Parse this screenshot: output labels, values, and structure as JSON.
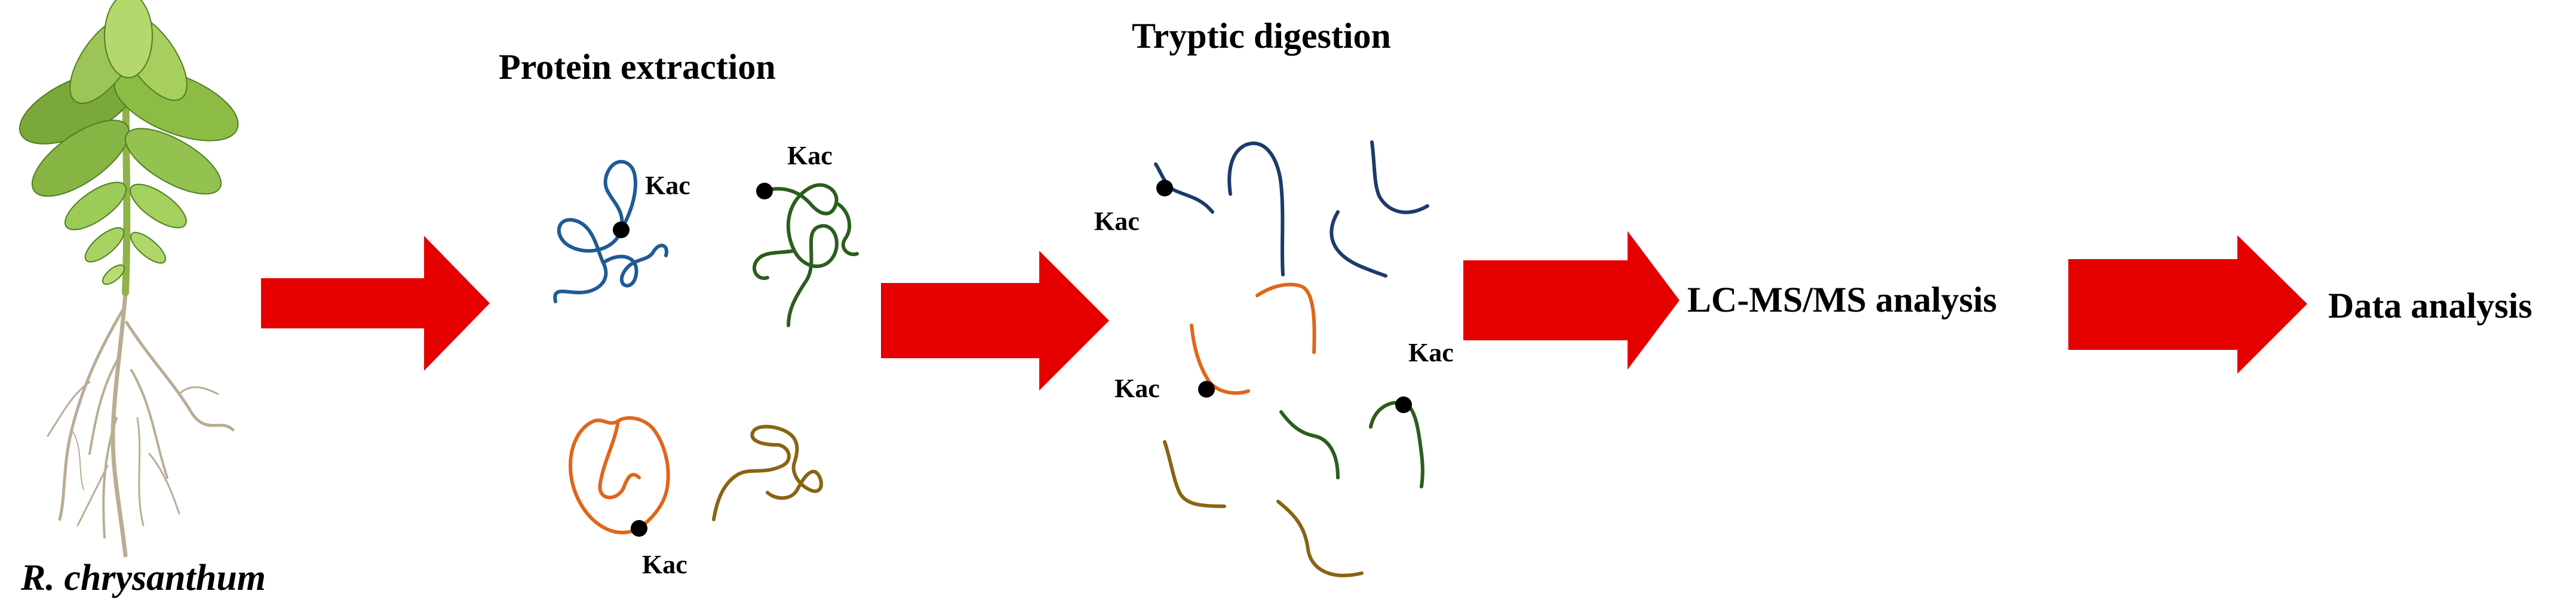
{
  "organism": {
    "name": "R. chrysanthum"
  },
  "steps": [
    {
      "label": "Protein extraction"
    },
    {
      "label": "Tryptic digestion"
    },
    {
      "label": "LC-MS/MS analysis"
    },
    {
      "label": "Data analysis"
    }
  ],
  "modification": {
    "label": "Kac"
  },
  "colors": {
    "arrow": "#e60000",
    "blue": "#1f5a96",
    "green": "#2a5e1c",
    "orange": "#e0661a",
    "olive": "#8a6414",
    "navy": "#1c3a6b",
    "site": "#000000"
  }
}
